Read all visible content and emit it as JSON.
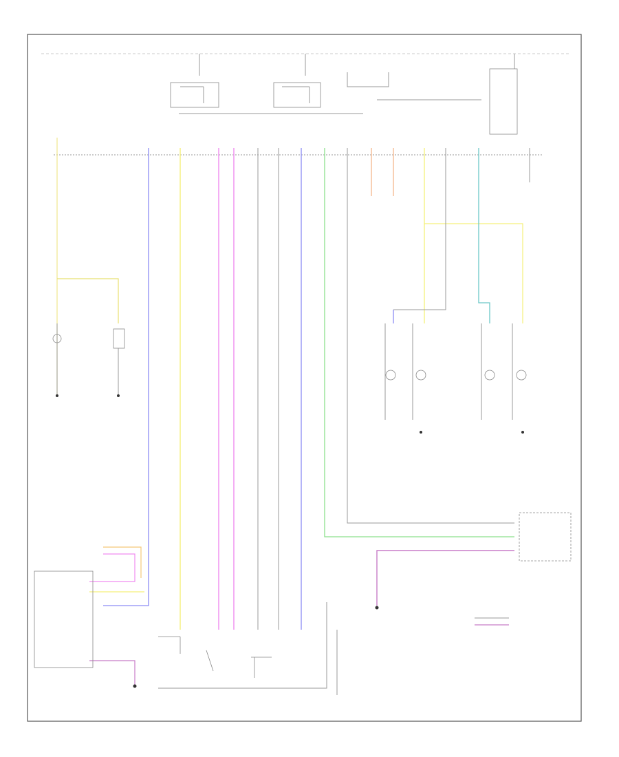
{
  "footer_code": "",
  "components": [
    {
      "key": "hot_fuse_1",
      "text": ""
    },
    {
      "key": "hot_fuse_2",
      "text": ""
    },
    {
      "key": "hot_fuse_3",
      "text": ""
    },
    {
      "key": "headlamp_switch",
      "text": ""
    },
    {
      "key": "multifunction_switch",
      "text": ""
    },
    {
      "key": "instrument_cluster",
      "text": ""
    },
    {
      "key": "left_headlamp",
      "text": ""
    },
    {
      "key": "right_headlamp",
      "text": ""
    },
    {
      "key": "left_lamp",
      "text": ""
    },
    {
      "key": "right_lamp",
      "text": ""
    },
    {
      "key": "module_left_box",
      "text": ""
    }
  ],
  "colors": {
    "yellow": "#f0e68c",
    "blue": "#8c8cf5",
    "light_yellow": "#f5f07a",
    "pink": "#f08cf0",
    "green": "#8ce08c",
    "orange": "#f5b68c",
    "teal": "#6cc8c8",
    "violet": "#c87cc8",
    "black": "#9a9a9a"
  }
}
